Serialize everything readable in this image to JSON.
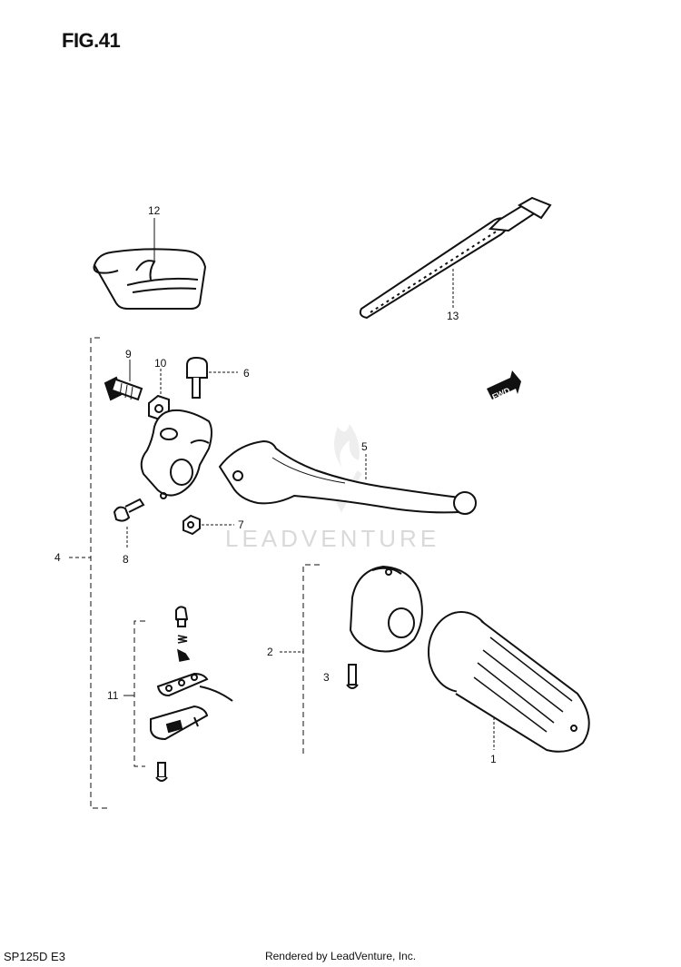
{
  "figure_title": "FIG.41",
  "watermark": "LEADVENTURE",
  "fwd_label": "FWD",
  "footer": {
    "model_code": "SP125D E3",
    "credit": "Rendered by LeadVenture, Inc."
  },
  "callouts": {
    "c1": "1",
    "c2": "2",
    "c3": "3",
    "c4": "4",
    "c5": "5",
    "c6": "6",
    "c7": "7",
    "c8": "8",
    "c9": "9",
    "c10": "10",
    "c11": "11",
    "c12": "12",
    "c13": "13"
  }
}
